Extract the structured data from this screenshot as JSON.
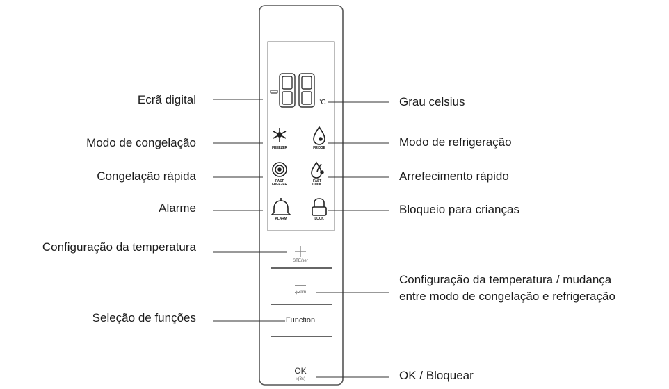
{
  "labels": {
    "left": {
      "digital_screen": "Ecrã digital",
      "freeze_mode": "Modo de congelação",
      "fast_freeze": "Congelação rápida",
      "alarm": "Alarme",
      "temp_config": "Configuração da temperatura",
      "function_select": "Seleção de funções"
    },
    "right": {
      "celsius": "Grau celsius",
      "fridge_mode": "Modo de refrigeração",
      "fast_cool": "Arrefecimento rápido",
      "child_lock": "Bloqueio para crianças",
      "temp_switch_line1": "Configuração da temperatura / mudança",
      "temp_switch_line2": "entre modo de congelação e refrigeração",
      "ok_lock": "OK / Bloquear"
    }
  },
  "panel": {
    "display_unit": "°C",
    "icons": {
      "freezer": "FREEZER",
      "fridge": "FRIDGE",
      "fast_freezer_1": "FAST",
      "fast_freezer_2": "FREEZER",
      "fast_cool_1": "FAST",
      "fast_cool_2": "COOL",
      "alarm": "ALARM",
      "lock": "LOCK"
    },
    "icon_names": [
      "snowflake-icon",
      "droplet-icon",
      "fast-freeze-icon",
      "fast-cool-icon",
      "bell-icon",
      "padlock-icon",
      "plus-icon",
      "minus-icon"
    ],
    "buttons": {
      "plus_caption": "STE/ser",
      "minus_caption": "ꜭ/Zlim",
      "function": "Function",
      "ok": "OK",
      "ok_caption": "⌂(3s)"
    }
  }
}
